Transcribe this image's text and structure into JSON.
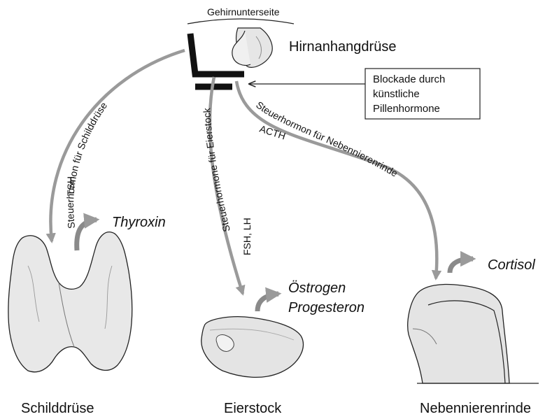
{
  "top": {
    "underside_label": "Gehirnunterseite",
    "gland_label": "Hirnanhangdrüse"
  },
  "blockade_box": {
    "lines": [
      "Blockade durch",
      "künstliche",
      "Pillenhormone"
    ]
  },
  "pathways": {
    "thyroid": {
      "line1": "Steuerhormon für Schilddrüse",
      "line2": "TSH"
    },
    "ovary": {
      "line1": "Steuerhormone für Eierstock",
      "line2": "FSH, LH"
    },
    "adrenal": {
      "line1": "Steuerhormon für Nebennierenrinde",
      "line2": "ACTH"
    }
  },
  "hormones": {
    "thyroid": "Thyroxin",
    "ovary": [
      "Östrogen",
      "Progesteron"
    ],
    "adrenal": "Cortisol"
  },
  "organs": {
    "thyroid": "Schilddrüse",
    "ovary": "Eierstock",
    "adrenal": "Nebennierenrinde"
  },
  "colors": {
    "arrow_gray": "#9a9a9a",
    "organ_fill": "#e8e8e8",
    "outline": "#222222",
    "block_bar": "#111111"
  }
}
